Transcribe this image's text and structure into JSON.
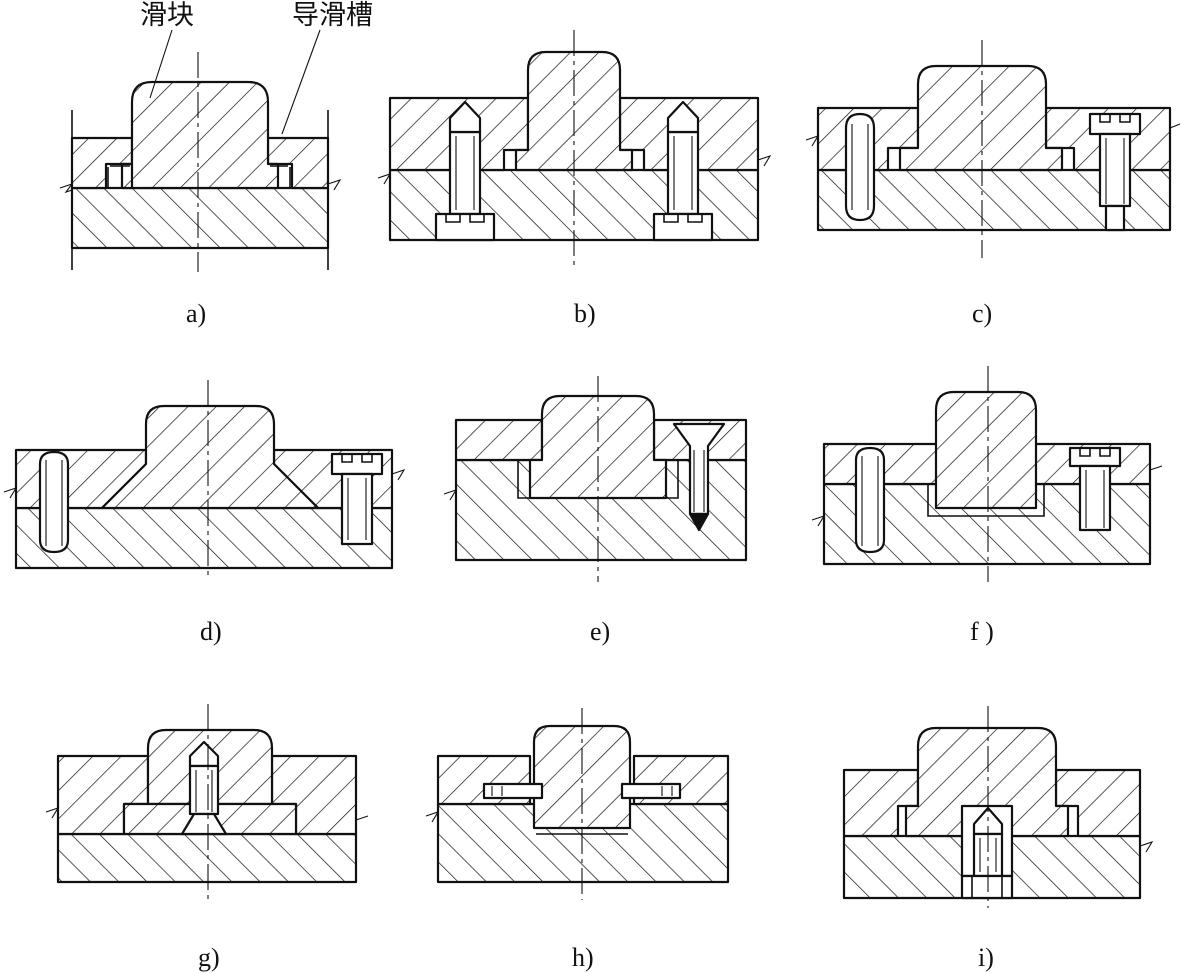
{
  "labels": {
    "slider": "滑块",
    "guide_groove": "导滑槽"
  },
  "captions": [
    "a)",
    "b)",
    "c)",
    "d)",
    "e)",
    "f )",
    "g)",
    "h)",
    "i)"
  ]
}
